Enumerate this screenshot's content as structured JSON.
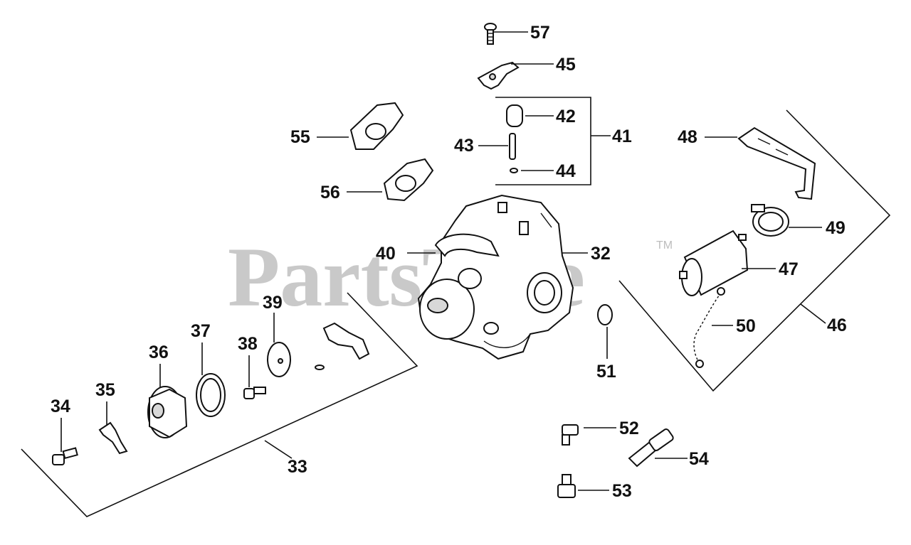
{
  "watermark": {
    "text": "PartsTree",
    "trademark": "TM"
  },
  "callouts": {
    "c32": "32",
    "c33": "33",
    "c34": "34",
    "c35": "35",
    "c36": "36",
    "c37": "37",
    "c38": "38",
    "c39": "39",
    "c40": "40",
    "c41": "41",
    "c42": "42",
    "c43": "43",
    "c44": "44",
    "c45": "45",
    "c46": "46",
    "c47": "47",
    "c48": "48",
    "c49": "49",
    "c50": "50",
    "c51": "51",
    "c52": "52",
    "c53": "53",
    "c54": "54",
    "c55": "55",
    "c56": "56",
    "c57": "57"
  }
}
